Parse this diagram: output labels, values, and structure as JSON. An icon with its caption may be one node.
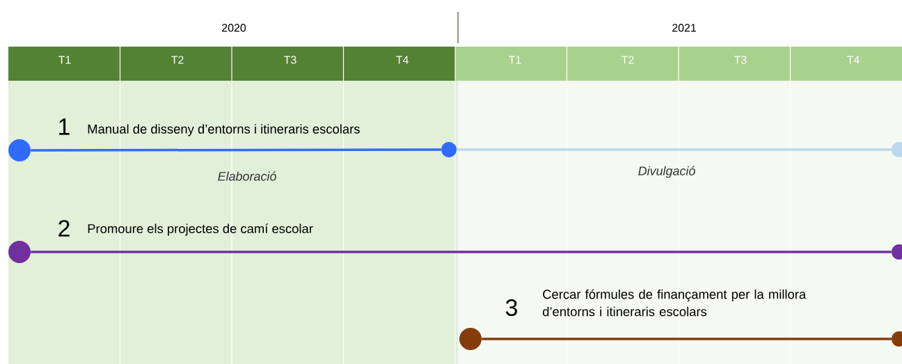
{
  "diagram": {
    "nodes": [
      {
        "text": [],
        "shape": "circle"
      },
      {
        "text": [],
        "shape": "circle"
      },
      {
        "text": [],
        "shape": "circle"
      },
      {
        "text": [],
        "shape": "circle"
      },
      {
        "text": [],
        "shape": "circle"
      },
      {
        "text": [],
        "shape": "circle"
      },
      {
        "text": [],
        "shape": "circle"
      }
    ],
    "edges": [
      {
        "from": 0,
        "to": 1,
        "arrow": "none",
        "color": "#2f6bff"
      },
      {
        "from": 1,
        "to": 2,
        "arrow": "none",
        "color": "#bdd7ee"
      },
      {
        "from": 3,
        "to": 4,
        "arrow": "none",
        "color": "#7030a0"
      },
      {
        "from": 5,
        "to": 6,
        "arrow": "none",
        "color": "#843c0c"
      }
    ],
    "labels": [
      "2020",
      "2021",
      "T1",
      "T2",
      "T3",
      "T4",
      "T1",
      "T2",
      "T3",
      "T4",
      "1",
      "Manual de disseny d’entorns i itineraris escolars",
      "Elaboració",
      "Divulgació",
      "2",
      "Promoure els projectes de camí escolar",
      "3",
      "Cercar fórmules de finançament per la millora d’entorns i itineraris escolars"
    ]
  }
}
